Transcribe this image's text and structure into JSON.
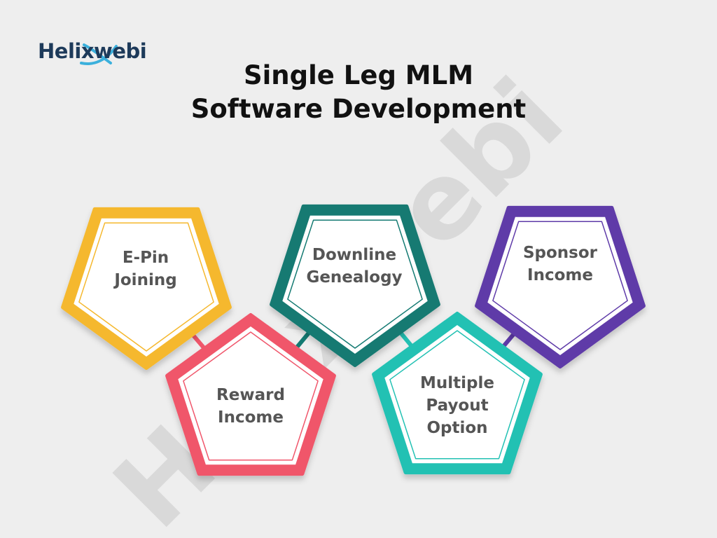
{
  "logo": {
    "text": "Helixwebi"
  },
  "title": {
    "line1": "Single Leg MLM",
    "line2": "Software Development"
  },
  "watermark": {
    "text": "Helixwebi"
  },
  "nodes": [
    {
      "id": "e-pin-joining",
      "line1": "E-Pin",
      "line2": "Joining",
      "color": "#f5b82e"
    },
    {
      "id": "reward-income",
      "line1": "Reward",
      "line2": "Income",
      "color": "#f0566b"
    },
    {
      "id": "downline-genealogy",
      "line1": "Downline",
      "line2": "Genealogy",
      "color": "#137a72"
    },
    {
      "id": "multiple-payout-option",
      "line1": "Multiple",
      "line2": "Payout",
      "line3": "Option",
      "color": "#22c1b3"
    },
    {
      "id": "sponsor-income",
      "line1": "Sponsor",
      "line2": "Income",
      "color": "#5e3aa8"
    }
  ],
  "colors": {
    "background": "#eeeeee",
    "title": "#111111",
    "label": "#555555",
    "logo_dark": "#1d3a5a",
    "logo_accent": "#3bb0dc"
  }
}
